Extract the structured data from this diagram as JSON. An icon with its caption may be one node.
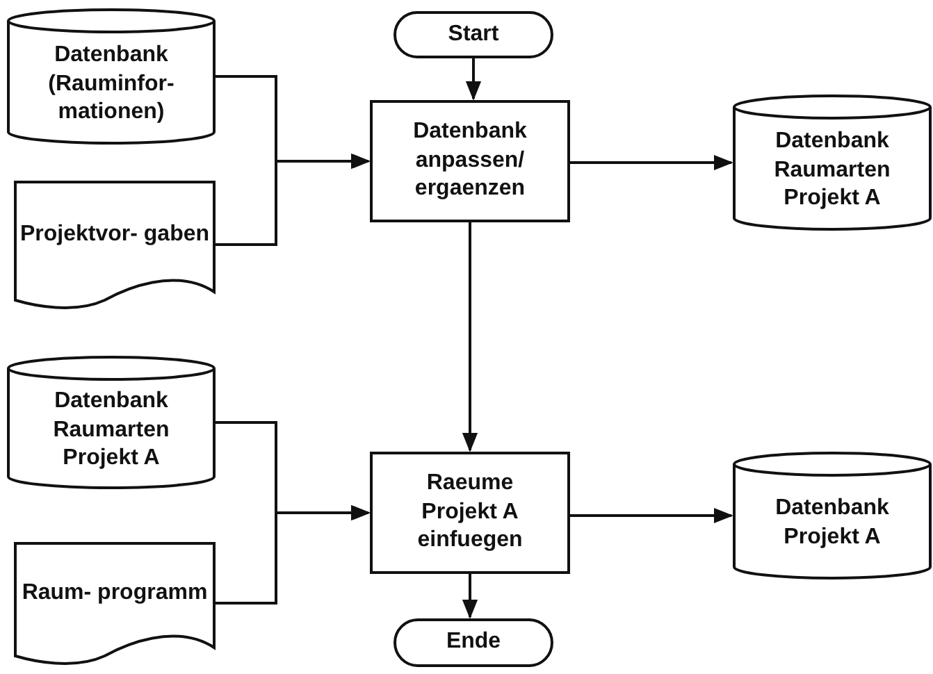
{
  "diagram": {
    "nodes": [
      {
        "text": [
          "Datenbank (Rauminfor- mationen)"
        ]
      },
      {
        "text": [
          "Start"
        ]
      },
      {
        "text": [
          "Datenbank anpassen/ ergaenzen"
        ]
      },
      {
        "text": [
          "Datenbank Raumarten Projekt A"
        ]
      },
      {
        "text": [
          "Projektvor- gaben"
        ]
      },
      {
        "text": [
          "Datenbank Raumarten Projekt A"
        ]
      },
      {
        "text": [
          "Raeume Projekt A einfuegen"
        ]
      },
      {
        "text": [
          "Datenbank Projekt A"
        ]
      },
      {
        "text": [
          "Raum- programm"
        ]
      },
      {
        "text": [
          "Ende"
        ]
      }
    ],
    "edges": [
      {
        "from": 0,
        "to": 2,
        "arrow": "to"
      },
      {
        "from": 4,
        "to": 2,
        "arrow": "to"
      },
      {
        "from": 1,
        "to": 2,
        "arrow": "to"
      },
      {
        "from": 2,
        "to": 3,
        "arrow": "to"
      },
      {
        "from": 2,
        "to": 6,
        "arrow": "to"
      },
      {
        "from": 5,
        "to": 6,
        "arrow": "to"
      },
      {
        "from": 8,
        "to": 6,
        "arrow": "to"
      },
      {
        "from": 6,
        "to": 7,
        "arrow": "to"
      },
      {
        "from": 6,
        "to": 9,
        "arrow": "to"
      }
    ]
  }
}
